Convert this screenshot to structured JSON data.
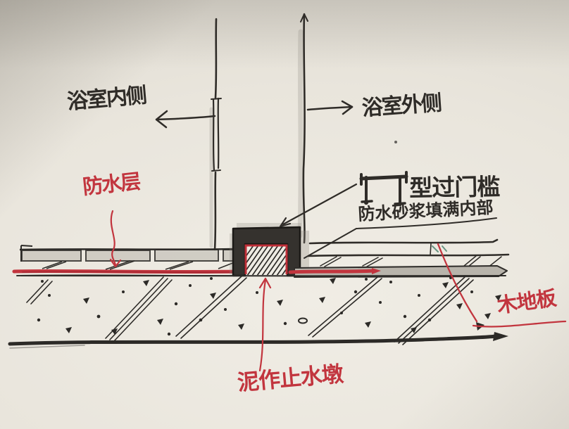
{
  "labels": {
    "bathroom_inside": "浴室内侧",
    "bathroom_outside": "浴室外侧",
    "threshold_type": "型过门槛",
    "mortar_note": "防水砂浆填满内部",
    "waterproof_layer": "防水层",
    "masonry_waterstop": "泥作止水墩",
    "wood_floor": "木地板"
  },
  "colors": {
    "ink": "#2f2c28",
    "red": "#c2353e",
    "paper": "#e9e5dc",
    "pencil_gray": "#b8b4ab"
  }
}
